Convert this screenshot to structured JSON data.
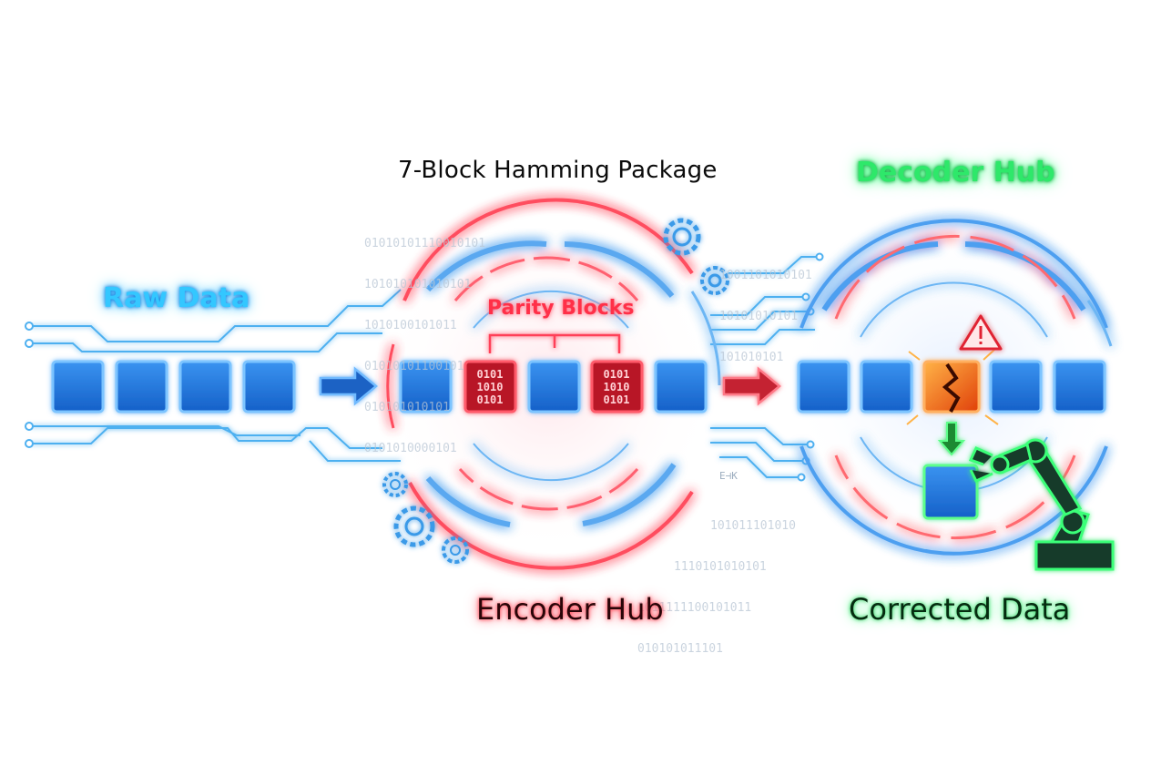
{
  "labels": {
    "package": "7-Block Hamming Package",
    "decoder": "Decoder Hub",
    "raw": "Raw Data",
    "parity": "Parity Blocks",
    "encoder": "Encoder Hub",
    "corrected": "Corrected Data"
  },
  "parity_bits": [
    "0101",
    "1010",
    "0101"
  ],
  "background_bits": {
    "top_left": [
      "01010101110010101",
      "101010101010101",
      "1010100101011",
      "01010101100101",
      "010101010101",
      "0101010000101"
    ],
    "top_right": [
      "1001101010101",
      "10101010101",
      "101010101"
    ],
    "bottom_right": [
      "101011101010",
      "1110101010101",
      "1011111100101011",
      "010101011101"
    ]
  },
  "small_glyph": "E⊣K",
  "colors": {
    "raw": "#33c7ff",
    "encoder": "#ff3048",
    "decoder": "#2ee86a",
    "block": "#1e7de0",
    "error": "#ff7a1a"
  },
  "icons": [
    "gear-icon",
    "warning-icon",
    "robot-arm-icon",
    "arrow-right-icon",
    "arrow-down-icon"
  ]
}
